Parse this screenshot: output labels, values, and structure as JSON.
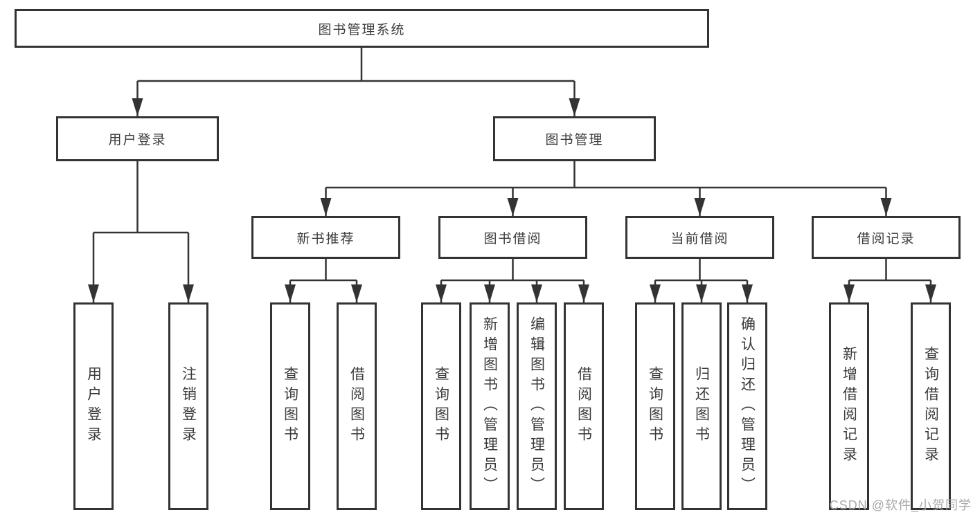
{
  "colors": {
    "background": "#ffffff",
    "line": "#333333",
    "box_border": "#333333",
    "text": "#3a3a3a",
    "watermark": "#a9a9a9"
  },
  "tree": {
    "label": "图书管理系统",
    "children": [
      {
        "label": "用户登录",
        "children": [
          {
            "label": "用户登录"
          },
          {
            "label": "注销登录"
          }
        ]
      },
      {
        "label": "图书管理",
        "children": [
          {
            "label": "新书推荐",
            "children": [
              {
                "label": "查询图书"
              },
              {
                "label": "借阅图书"
              }
            ]
          },
          {
            "label": "图书借阅",
            "children": [
              {
                "label": "查询图书"
              },
              {
                "label": "新增图书（管理员）"
              },
              {
                "label": "编辑图书（管理员）"
              },
              {
                "label": "借阅图书"
              }
            ]
          },
          {
            "label": "当前借阅",
            "children": [
              {
                "label": "查询图书"
              },
              {
                "label": "归还图书"
              },
              {
                "label": "确认归还（管理员）"
              }
            ]
          },
          {
            "label": "借阅记录",
            "children": [
              {
                "label": "新增借阅记录"
              },
              {
                "label": "查询借阅记录"
              }
            ]
          }
        ]
      }
    ]
  },
  "watermark": "CSDN @软件_小贺同学"
}
